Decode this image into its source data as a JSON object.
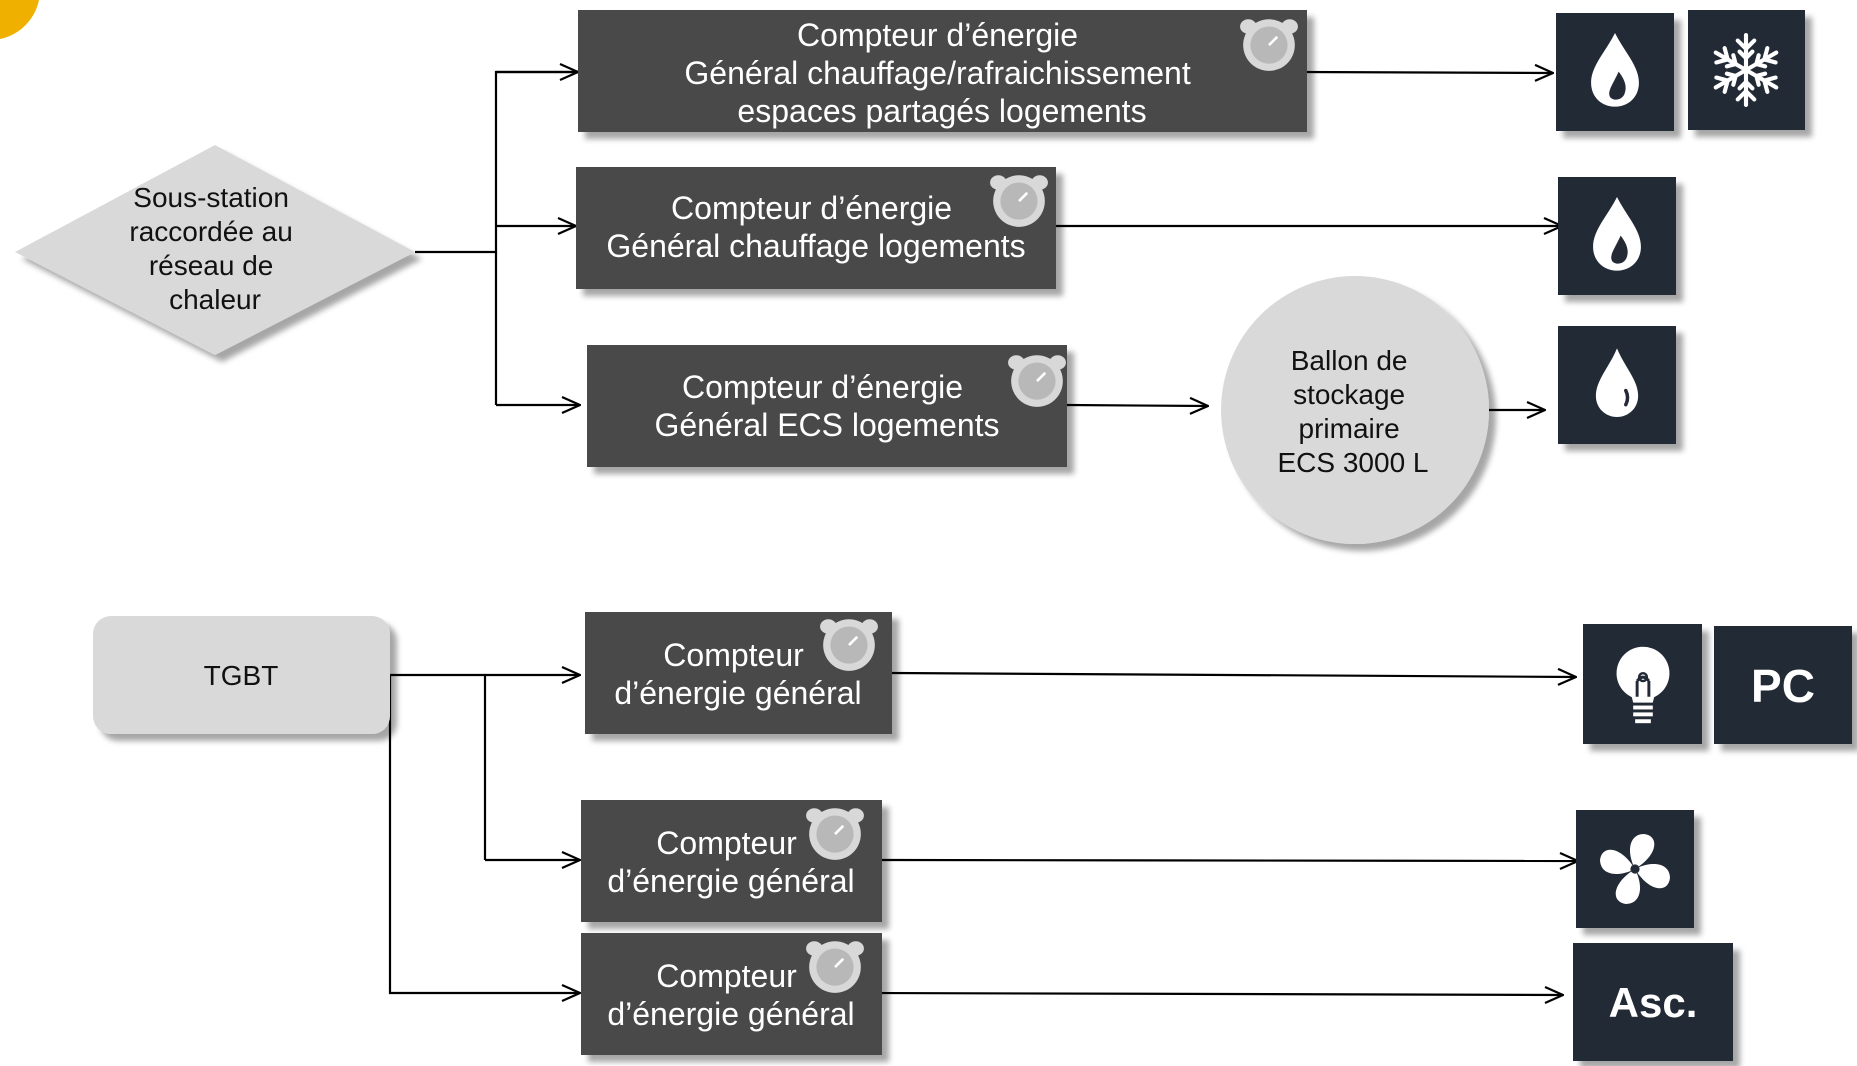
{
  "colors": {
    "meter_box": "#4a4a4a",
    "icon_tile": "#232a36",
    "node_fill": "#d9d9d9",
    "connector": "#000000",
    "accent": "#f0b000",
    "gauge": "#d8d8d8"
  },
  "sources": {
    "substation": [
      "Sous-station",
      "raccordée au",
      "réseau de",
      "chaleur"
    ],
    "tgbt": "TGBT"
  },
  "meters": {
    "m1": [
      "Compteur d’énergie",
      "Général chauffage/rafraichissement",
      "espaces partagés logements"
    ],
    "m2": [
      "Compteur d’énergie",
      "Général chauffage logements"
    ],
    "m3": [
      "Compteur d’énergie",
      "Général ECS logements"
    ],
    "m4": [
      "Compteur",
      "d’énergie général"
    ],
    "m5": [
      "Compteur",
      "d’énergie général"
    ],
    "m6": [
      "Compteur",
      "d’énergie général"
    ]
  },
  "storage": [
    "Ballon de",
    "stockage",
    "primaire",
    "ECS 3000 L"
  ],
  "icons": {
    "m1": [
      "flame-icon",
      "snowflake-icon"
    ],
    "m2": [
      "flame-icon"
    ],
    "m3": [
      "water-drop-icon"
    ],
    "m4": [
      "light-bulb-icon",
      "PC"
    ],
    "m5": [
      "fan-icon"
    ],
    "m6": [
      "Asc."
    ]
  }
}
